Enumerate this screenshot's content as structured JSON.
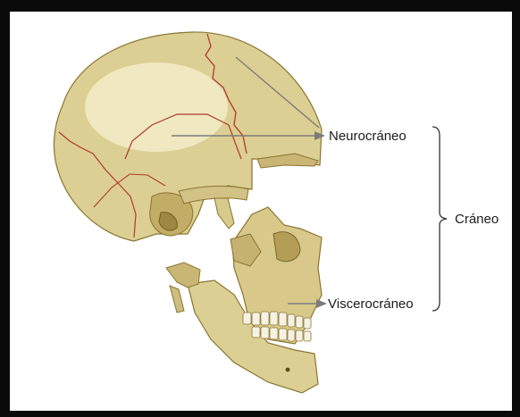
{
  "labels": {
    "neurocraneo": "Neurocráneo",
    "viscerocraneo": "Viscerocráneo",
    "craneo": "Cráneo"
  },
  "colors": {
    "bone": "#dccf93",
    "bone_shade": "#b8a35e",
    "bone_dark": "#8a7532",
    "suture": "#b0392e",
    "leader": "#7c7c7c",
    "frame": "#0a0a0a"
  }
}
